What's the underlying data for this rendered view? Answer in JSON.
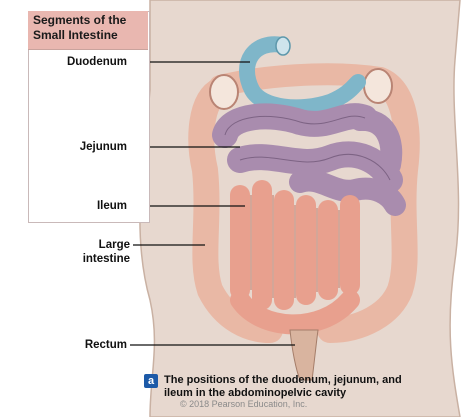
{
  "legend": {
    "title_line1": "Segments of the",
    "title_line2": "Small Intestine"
  },
  "labels": {
    "duodenum": "Duodenum",
    "jejunum": "Jejunum",
    "ileum": "Ileum",
    "large_intestine_line1": "Large",
    "large_intestine_line2": "intestine",
    "rectum": "Rectum"
  },
  "caption": {
    "badge": "a",
    "line1": "The positions of the duodenum, jejunum, and",
    "line2": "ileum in the abdominopelvic cavity",
    "copyright": "© 2018 Pearson Education, Inc."
  },
  "colors": {
    "skin": "#e7d8cf",
    "duodenum": "#7fb6c9",
    "jejunum": "#a98cae",
    "ileum": "#e8a08e",
    "large_intestine": "#e9b8a5",
    "legend_header": "#e9b7b0"
  }
}
